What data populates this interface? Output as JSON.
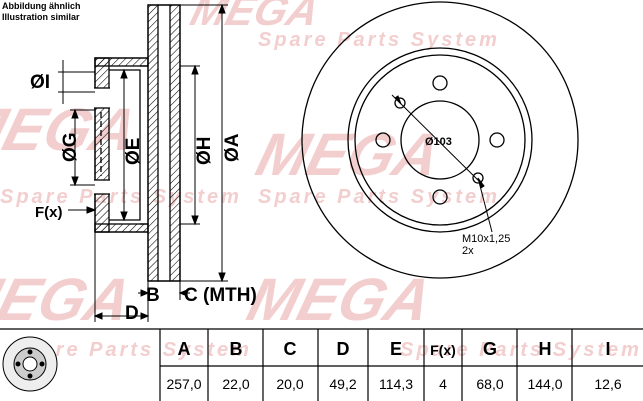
{
  "notes": {
    "line1": "Abbildung ähnlich",
    "line2": "Illustration similar"
  },
  "watermark": {
    "brand": "MEGA",
    "tagline": "Spare Parts System",
    "color": "#f2c9c9"
  },
  "section_labels": {
    "I": "ØI",
    "G": "ØG",
    "E": "ØE",
    "H": "ØH",
    "A": "ØA",
    "F": "F(x)",
    "B": "B",
    "C": "C (MTH)",
    "D": "D"
  },
  "front_view": {
    "center_bore": "Ø103",
    "thread": "M10x1,25",
    "thread_count": "2x"
  },
  "table": {
    "headers": [
      "A",
      "B",
      "C",
      "D",
      "E",
      "F(x)",
      "G",
      "H",
      "I"
    ],
    "values": [
      "257,0",
      "22,0",
      "20,0",
      "49,2",
      "114,3",
      "4",
      "68,0",
      "144,0",
      "12,6"
    ]
  },
  "colors": {
    "line": "#000000",
    "hatch": "#000000"
  }
}
